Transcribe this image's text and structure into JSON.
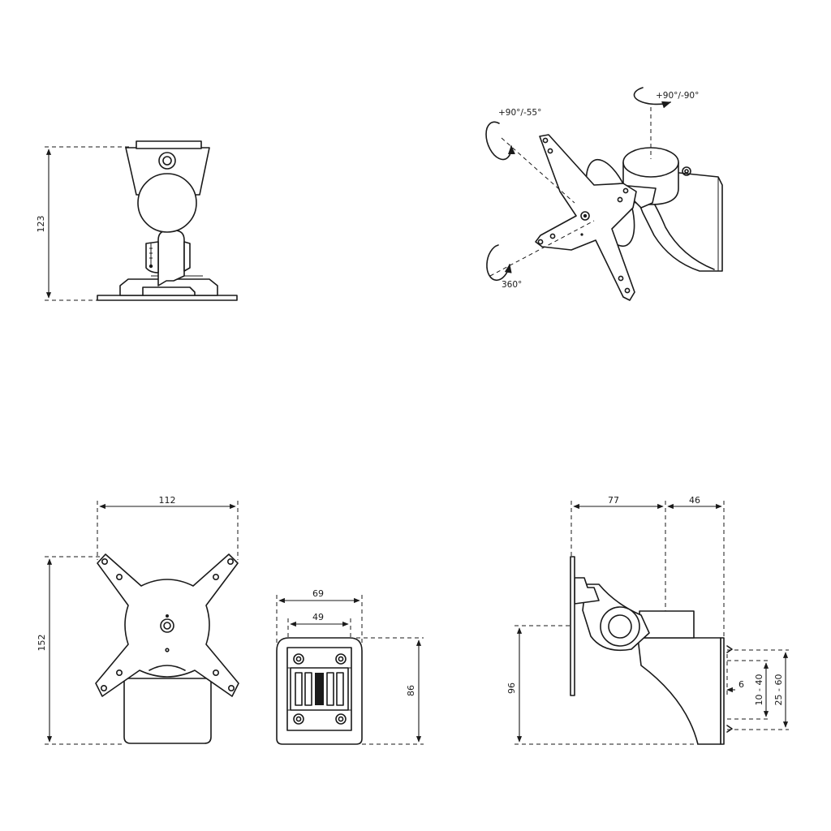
{
  "side_view": {
    "height_label": "123"
  },
  "iso_view": {
    "tilt_label": "+90°/-55°",
    "swivel_label": "+90°/-90°",
    "rotate_label": "360°"
  },
  "front_view": {
    "width_label": "112",
    "height_label": "152"
  },
  "wall_plate_view": {
    "outer_width_label": "69",
    "inner_width_label": "49",
    "height_label": "86"
  },
  "profile_view": {
    "depth_label_a": "77",
    "depth_label_b": "46",
    "height_label": "96",
    "thickness_label": "6",
    "range_label_a": "10 - 40",
    "range_label_b": "25 - 60"
  }
}
